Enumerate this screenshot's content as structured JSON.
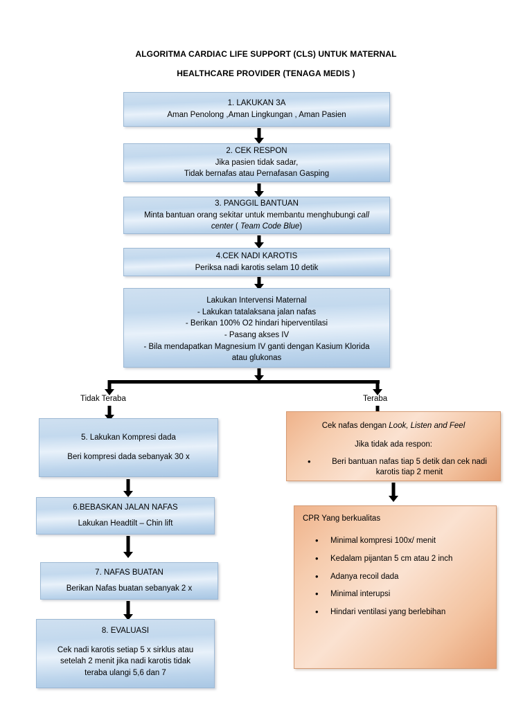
{
  "document": {
    "title_line_1": "ALGORITMA CARDIAC LIFE SUPPORT (CLS) UNTUK MATERNAL",
    "title_line_2": "HEALTHCARE PROVIDER (TENAGA MEDIS )"
  },
  "steps": {
    "step1": {
      "heading": "1.   LAKUKAN 3A",
      "line1": "Aman Penolong ,Aman Lingkungan , Aman Pasien"
    },
    "step2": {
      "heading": "2. CEK RESPON",
      "line1": "Jika pasien tidak sadar,",
      "line2": "Tidak  bernafas  atau Pernafasan Gasping"
    },
    "step3": {
      "heading": "3. PANGGIL BANTUAN",
      "line1_pre": "Minta bantuan orang sekitar untuk membantu menghubungi ",
      "line1_italic": "call",
      "line2_italic_a": "center",
      "line2_paren_open": " (",
      "line2_italic_b": " Team Code Blue",
      "line2_paren_close": ")"
    },
    "step4": {
      "heading": "4.CEK NADI KAROTIS",
      "line1": "Periksa nadi karotis selam 10 detik"
    },
    "intervensi": {
      "heading": "Lakukan Intervensi Maternal",
      "items": [
        "-        Lakukan tatalaksana jalan nafas",
        "-      Berikan 100% O2 hindari hiperventilasi",
        "-         Pasang akses IV",
        "-    Bila mendapatkan Magnesium IV ganti dengan Kasium Klorida",
        "atau glukonas"
      ]
    },
    "step5": {
      "heading": "5. Lakukan Kompresi dada",
      "line1": "Beri kompresi dada sebanyak 30 x"
    },
    "step6": {
      "heading": "6.BEBASKAN JALAN NAFAS",
      "line1": "Lakukan Headtilt – Chin lift"
    },
    "step7": {
      "heading": "7. NAFAS BUATAN",
      "line1": "Berikan Nafas buatan sebanyak 2 x"
    },
    "step8": {
      "heading": "8. EVALUASI",
      "line1": "Cek nadi karotis setiap 5 x sirklus atau",
      "line2": "setelah 2 menit jika nadi karotis tidak",
      "line3": "teraba ulangi 5,6 dan 7"
    }
  },
  "branch": {
    "left_label": "Tidak Teraba",
    "right_label": "Teraba"
  },
  "right_column": {
    "breathing_check": {
      "line1_pre": "Cek nafas dengan ",
      "line1_italic": "Look, Listen and Feel",
      "line2": "Jika tidak ada respon:",
      "bullets": [
        "Beri bantuan  nafas tiap 5 detik dan cek nadi karotis tiap 2 menit"
      ]
    },
    "cpr_quality": {
      "heading": "CPR Yang berkualitas",
      "bullets": [
        "Minimal kompresi 100x/ menit",
        "Kedalam pijantan 5 cm atau 2 inch",
        "Adanya recoil dada",
        "Minimal interupsi",
        "Hindari ventilasi yang berlebihan"
      ]
    }
  },
  "colors": {
    "blue_box_light": "#e8f1fa",
    "blue_box_dark": "#a9c7e4",
    "blue_border": "#9cb8d4",
    "orange_box_light": "#fbe2d1",
    "orange_box_dark": "#e69f73",
    "orange_border": "#d49a73",
    "arrow": "#000000",
    "text": "#000000",
    "background": "#ffffff"
  }
}
